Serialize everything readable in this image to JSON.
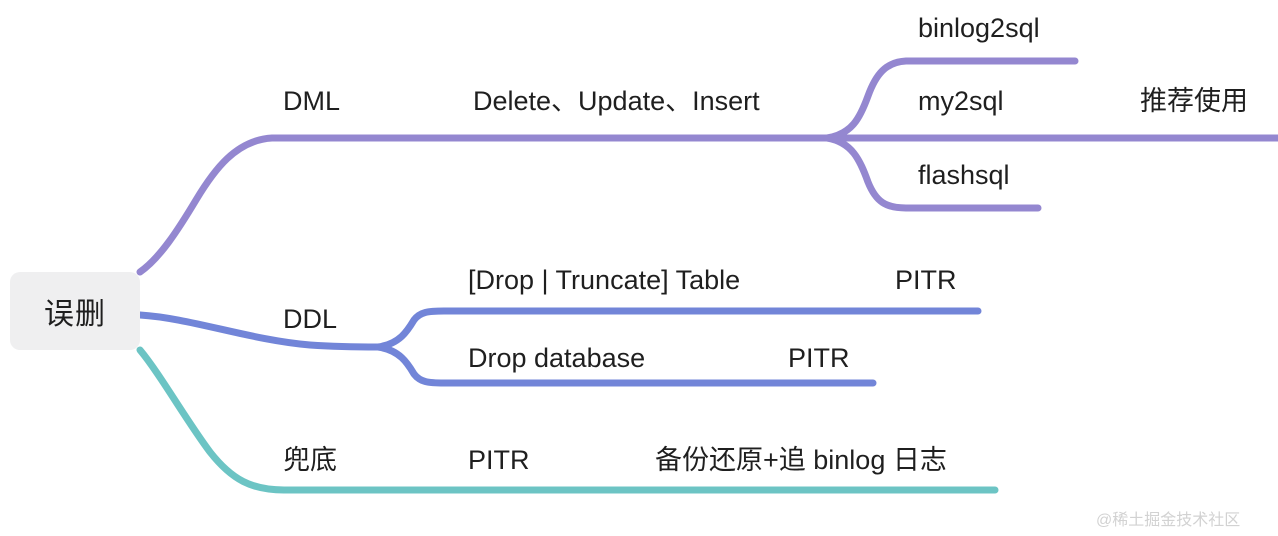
{
  "diagram": {
    "type": "mindmap",
    "title_node": "误删",
    "colors": {
      "dml_branch": "#9487d0",
      "ddl_branch": "#7285d8",
      "fallback_branch": "#6cc4c4",
      "root_bg": "#efeff0",
      "text": "#1f1f1f",
      "watermark": "#d2d2d2"
    },
    "root": {
      "label": "误删"
    },
    "branches": [
      {
        "id": "dml",
        "label": "DML",
        "color": "#9487d0",
        "detail": "Delete、Update、Insert",
        "children": [
          {
            "id": "binlog2sql",
            "label": "binlog2sql",
            "note": ""
          },
          {
            "id": "my2sql",
            "label": "my2sql",
            "note": "推荐使用"
          },
          {
            "id": "flashsql",
            "label": "flashsql",
            "note": ""
          }
        ]
      },
      {
        "id": "ddl",
        "label": "DDL",
        "color": "#7285d8",
        "children": [
          {
            "id": "drop-truncate-table",
            "label": "[Drop | Truncate] Table",
            "note": "PITR"
          },
          {
            "id": "drop-database",
            "label": "Drop database",
            "note": "PITR"
          }
        ]
      },
      {
        "id": "fallback",
        "label": "兜底",
        "color": "#6cc4c4",
        "detail": "PITR",
        "note": "备份还原+追 binlog 日志"
      }
    ]
  },
  "labels": {
    "dml": "DML",
    "dml_ops": "Delete、Update、Insert",
    "binlog2sql": "binlog2sql",
    "my2sql": "my2sql",
    "flashsql": "flashsql",
    "recommended": "推荐使用",
    "ddl": "DDL",
    "drop_truncate_table": "[Drop | Truncate] Table",
    "pitr_table": "PITR",
    "drop_database": "Drop database",
    "pitr_database": "PITR",
    "fallback": "兜底",
    "pitr_fallback": "PITR",
    "backup_restore": "备份还原+追 binlog 日志"
  },
  "watermark": {
    "text": "@稀土掘金技术社区"
  }
}
